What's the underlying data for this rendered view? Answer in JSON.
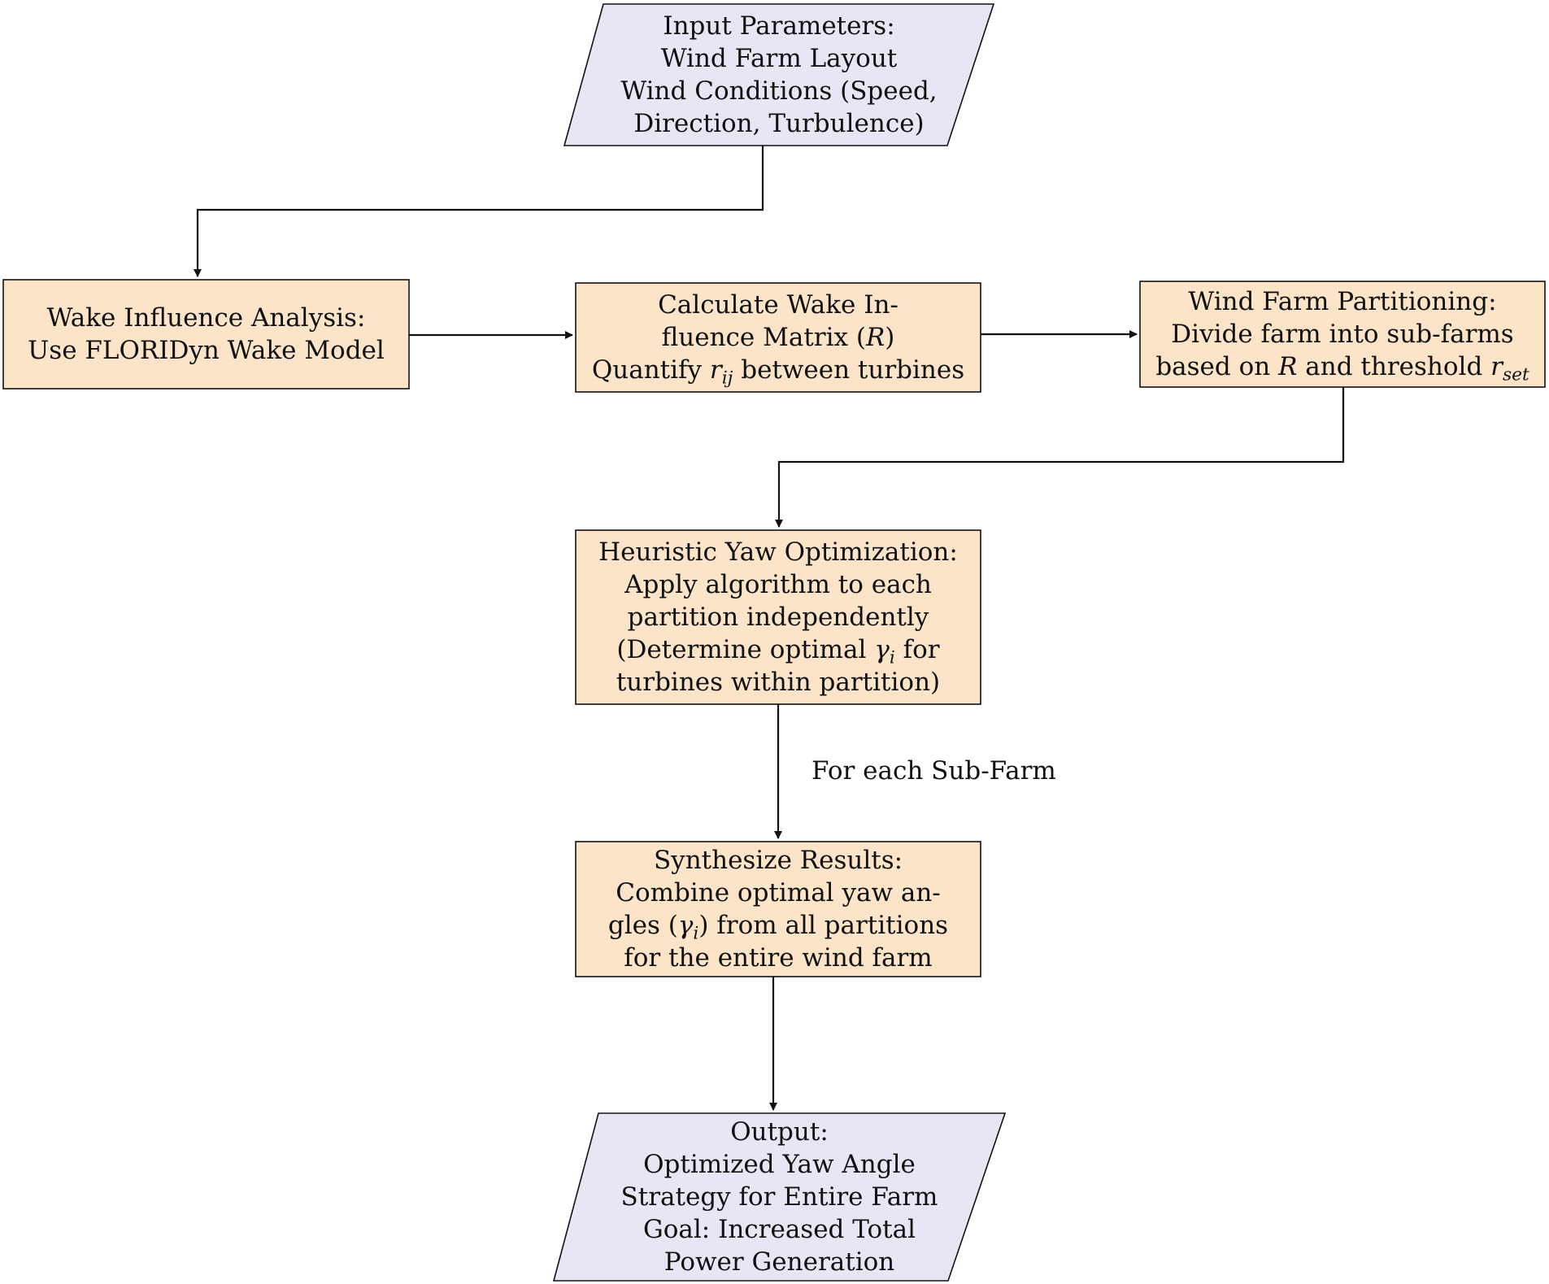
{
  "colors": {
    "process_fill": "#FCE4C8",
    "io_fill": "#E7E6F4",
    "stroke": "#111111"
  },
  "nodes": {
    "input": {
      "shape": "parallelogram",
      "lines": [
        "Input Parameters:",
        "Wind Farm Layout",
        "Wind Conditions (Speed,",
        "Direction, Turbulence)"
      ]
    },
    "wake_analysis": {
      "shape": "rectangle",
      "lines": [
        "Wake Influence Analysis:",
        "Use FLORIDyn Wake Model"
      ]
    },
    "wake_matrix": {
      "shape": "rectangle",
      "lines": [
        "Calculate Wake In-",
        "fluence Matrix (R)",
        "Quantify r_ij between turbines"
      ]
    },
    "partitioning": {
      "shape": "rectangle",
      "lines": [
        "Wind Farm Partitioning:",
        "Divide farm into sub-farms",
        "based on R and threshold r_set"
      ]
    },
    "yaw_optimization": {
      "shape": "rectangle",
      "lines": [
        "Heuristic Yaw Optimization:",
        "Apply algorithm to each",
        "partition independently",
        "(Determine optimal γ_i for",
        "turbines within partition)"
      ]
    },
    "synthesize": {
      "shape": "rectangle",
      "lines": [
        "Synthesize Results:",
        "Combine optimal yaw an-",
        "gles (γ_i) from all partitions",
        "for the entire wind farm"
      ]
    },
    "output": {
      "shape": "parallelogram",
      "lines": [
        "Output:",
        "Optimized Yaw Angle",
        "Strategy for Entire Farm",
        "Goal: Increased Total",
        "Power Generation"
      ]
    }
  },
  "edges": [
    {
      "from": "input",
      "to": "wake_analysis",
      "label": ""
    },
    {
      "from": "wake_analysis",
      "to": "wake_matrix",
      "label": ""
    },
    {
      "from": "wake_matrix",
      "to": "partitioning",
      "label": ""
    },
    {
      "from": "partitioning",
      "to": "yaw_optimization",
      "label": ""
    },
    {
      "from": "yaw_optimization",
      "to": "synthesize",
      "label": "For each Sub-Farm"
    },
    {
      "from": "synthesize",
      "to": "output",
      "label": ""
    }
  ]
}
